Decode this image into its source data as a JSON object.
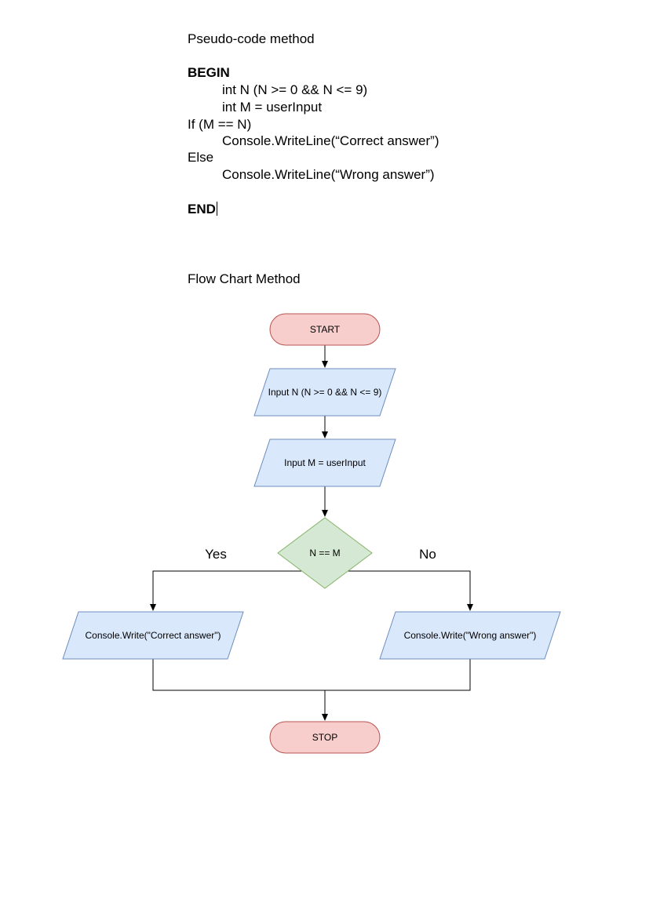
{
  "pseudocode": {
    "title": "Pseudo-code method",
    "lines": {
      "begin": "BEGIN",
      "declare_n": "int N (N >= 0 && N <= 9)",
      "declare_m": "int M = userInput",
      "if_cond": "If (M == N)",
      "write_correct": "Console.WriteLine(“Correct answer”)",
      "else": "Else",
      "write_wrong": "Console.WriteLine(“Wrong answer”)",
      "end": "END"
    }
  },
  "flowchart": {
    "title": "Flow Chart Method",
    "nodes": {
      "start": "START",
      "input_n": "Input N (N >= 0 && N <= 9)",
      "input_m": "Input M = userInput",
      "decision": "N == M",
      "output_correct": "Console.Write(\"Correct answer\")",
      "output_wrong": "Console.Write(\"Wrong answer\")",
      "stop": "STOP"
    },
    "branches": {
      "yes": "Yes",
      "no": "No"
    },
    "colors": {
      "terminal_fill": "#f8cecc",
      "terminal_stroke": "#b85450",
      "io_fill": "#dae8fc",
      "io_stroke": "#6c8ebf",
      "decision_fill": "#d5e8d4",
      "decision_stroke": "#82b366",
      "line": "#000000"
    }
  }
}
